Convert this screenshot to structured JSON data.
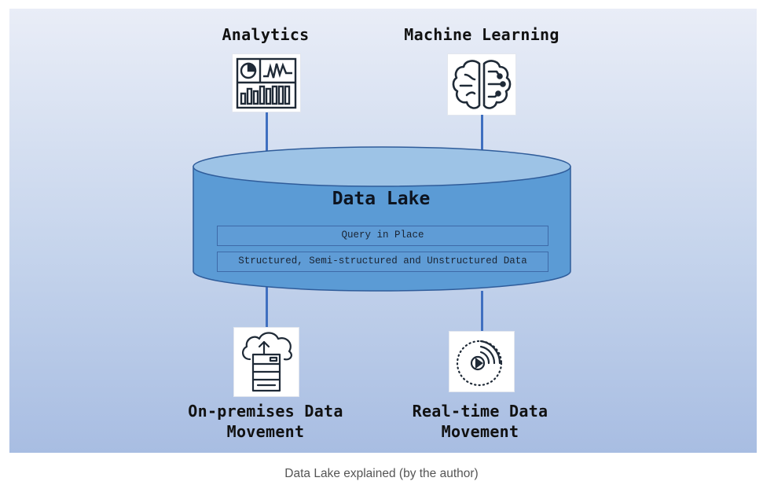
{
  "diagram": {
    "top_nodes": [
      {
        "label": "Analytics",
        "icon": "analytics-dashboard-icon"
      },
      {
        "label": "Machine Learning",
        "icon": "brain-circuit-icon"
      }
    ],
    "data_lake": {
      "title": "Data Lake",
      "layers": [
        "Query in Place",
        "Structured, Semi-structured and Unstructured Data"
      ],
      "fill_color": "#5b9bd5",
      "top_color": "#9dc3e6"
    },
    "bottom_nodes": [
      {
        "label_line1": "On-premises Data",
        "label_line2": "Movement",
        "icon": "cloud-upload-server-icon"
      },
      {
        "label_line1": "Real-time Data",
        "label_line2": "Movement",
        "icon": "streaming-play-icon"
      }
    ],
    "connector_color": "#3f6fc0"
  },
  "caption": "Data Lake explained (by the author)"
}
